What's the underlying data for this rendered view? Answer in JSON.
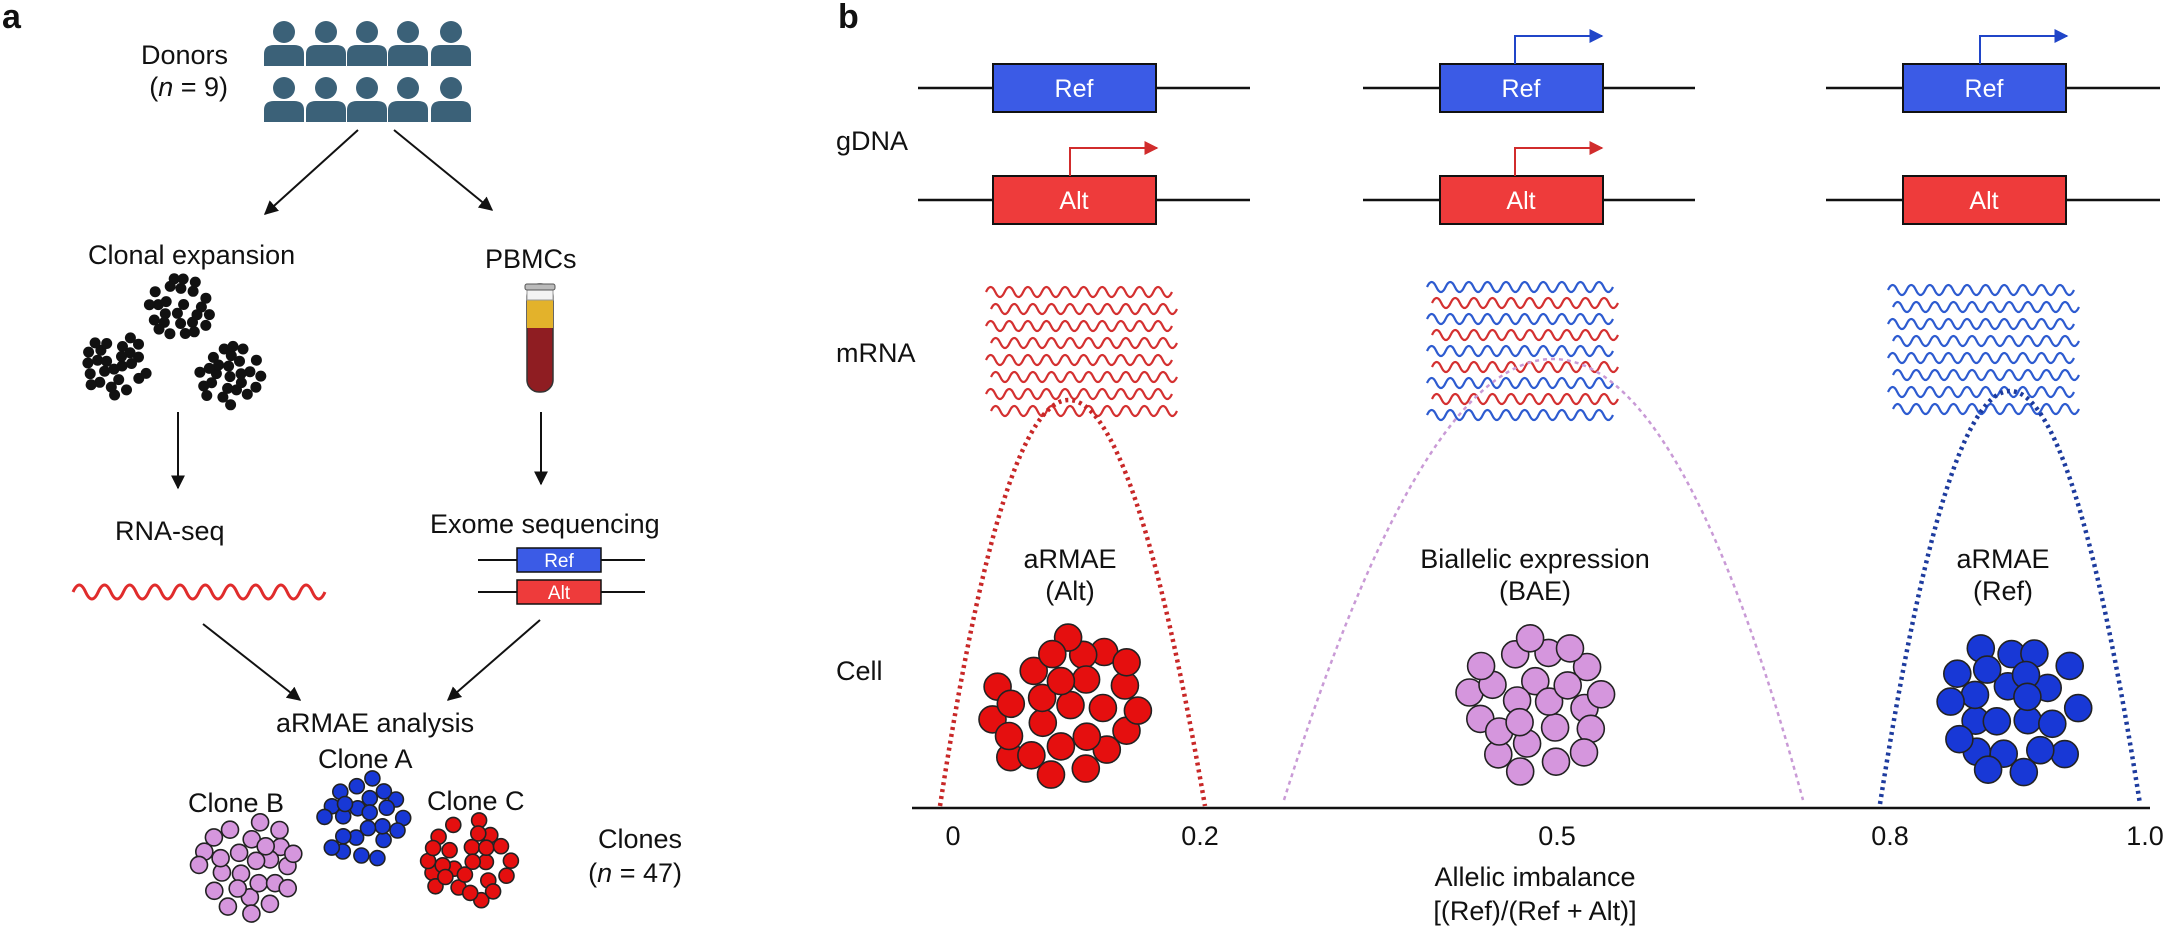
{
  "panel_a": {
    "letter": "a",
    "donors_label": "Donors",
    "donors_n": "(n = 9)",
    "clonal_expansion": "Clonal expansion",
    "pbmcs": "PBMCs",
    "rna_seq": "RNA-seq",
    "exome_sequencing": "Exome sequencing",
    "ref": "Ref",
    "alt": "Alt",
    "armae_analysis": "aRMAE analysis",
    "clone_a": "Clone A",
    "clone_b": "Clone B",
    "clone_c": "Clone C",
    "clones_label": "Clones",
    "clones_n": "(n = 47)"
  },
  "panel_b": {
    "letter": "b",
    "gdna": "gDNA",
    "mrna": "mRNA",
    "cell": "Cell",
    "ref": "Ref",
    "alt": "Alt",
    "group_alt_title": "aRMAE",
    "group_alt_sub": "(Alt)",
    "group_bae_title": "Biallelic expression",
    "group_bae_sub": "(BAE)",
    "group_ref_title": "aRMAE",
    "group_ref_sub": "(Ref)",
    "ticks": [
      "0",
      "0.2",
      "0.5",
      "0.8",
      "1.0"
    ],
    "xlabel_line1": "Allelic imbalance",
    "xlabel_line2": "[(Ref)/(Ref + Alt)]"
  },
  "colors": {
    "ref_blue": "#3b5be6",
    "alt_red": "#ee3b3b",
    "donor_icon": "#3b6178",
    "clone_pink": "#d596dd",
    "clone_blue": "#1838d6",
    "clone_red": "#e50f0f",
    "wave_red": "#d43030",
    "wave_blue": "#2d5bd0",
    "curve_red": "#c82727",
    "curve_blue": "#1d3b9e",
    "curve_pink": "#c99ad6",
    "blood": "#8f1d22",
    "plasma": "#e3b22b"
  },
  "icons": [
    "person-icon",
    "cell-cluster-icon",
    "blood-tube-icon",
    "arrow-icon",
    "transcription-arrow-icon"
  ]
}
